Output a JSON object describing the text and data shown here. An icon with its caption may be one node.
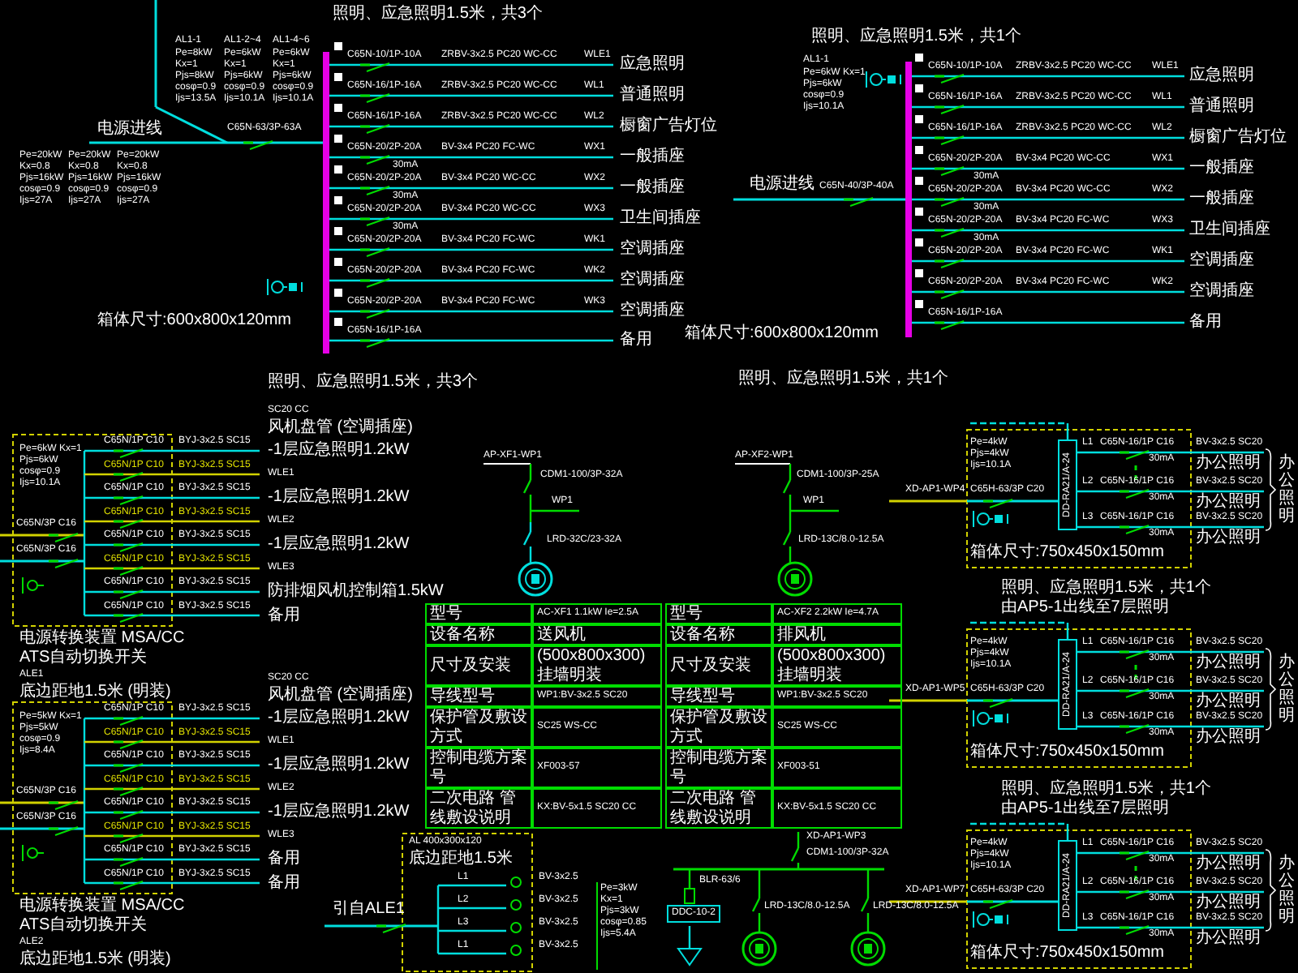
{
  "diagram": {
    "labels": [
      "照明、应急照明1.5米，共3个",
      "AL1-1",
      "AL1-2~4",
      "AL1-4~6",
      "Pe=8kW Kx=1 Pjs=8kW cosφ=0.9 Ijs=13.5A",
      "Pe=6kW Kx=1 Pjs=6kW cosφ=0.9 Ijs=10.1A",
      "Pe=6kW Kx=1 Pjs=6kW cosφ=0.9 Ijs=10.1A",
      "Pe=20kW Kx=0.8 Pjs=16kW cosφ=0.9 Ijs=27A",
      "Pe=20kW Kx=0.8 Pjs=16kW cosφ=0.9 Ijs=27A",
      "Pe=20kW Kx=0.8 Pjs=16kW cosφ=0.9 Ijs=27A",
      "电源进线",
      "C65N-63/3P-63A",
      "箱体尺寸:600x800x120mm",
      "C65N-10/1P-10A",
      "ZRBV-3x2.5 PC20 WC-CC",
      "WLE1",
      "应急照明",
      "C65N-16/1P-16A",
      "ZRBV-3x2.5 PC20 WC-CC",
      "WL1",
      "普通照明",
      "C65N-16/1P-16A",
      "ZRBV-3x2.5 PC20 WC-CC",
      "WL2",
      "橱窗广告灯位",
      "C65N-20/2P-20A",
      "30mA",
      "BV-3x4 PC20 FC-WC",
      "WX1",
      "一般插座",
      "C65N-20/2P-20A",
      "30mA",
      "BV-3x4 PC20 WC-CC",
      "WX2",
      "一般插座",
      "C65N-20/2P-20A",
      "30mA",
      "BV-3x4 PC20 WC-CC",
      "WX3",
      "卫生间插座",
      "C65N-20/2P-20A",
      "BV-3x4 PC20 FC-WC",
      "WK1",
      "空调插座",
      "C65N-20/2P-20A",
      "BV-3x4 PC20 FC-WC",
      "WK2",
      "空调插座",
      "C65N-20/2P-20A",
      "BV-3x4 PC20 FC-WC",
      "WK3",
      "空调插座",
      "C65N-16/1P-16A",
      "备用",
      "照明、应急照明1.5米，共3个",
      "照明、应急照明1.5米，共1个",
      "AL1-1",
      "Pe=6kW Kx=1 Pjs=6kW cosφ=0.9 Ijs=10.1A",
      "电源进线",
      "C65N-40/3P-40A",
      "C65N-10/1P-10A",
      "ZRBV-3x2.5 PC20 WC-CC",
      "WLE1",
      "应急照明",
      "C65N-16/1P-16A",
      "ZRBV-3x2.5 PC20 WC-CC",
      "WL1",
      "普通照明",
      "C65N-16/1P-16A",
      "ZRBV-3x2.5 PC20 WC-CC",
      "WL2",
      "橱窗广告灯位",
      "C65N-20/2P-20A",
      "30mA",
      "BV-3x4 PC20 WC-CC",
      "WX1",
      "一般插座",
      "C65N-20/2P-20A",
      "30mA",
      "BV-3x4 PC20 WC-CC",
      "WX2",
      "一般插座",
      "C65N-20/2P-20A",
      "30mA",
      "BV-3x4 PC20 FC-WC",
      "WX3",
      "卫生间插座",
      "C65N-20/2P-20A",
      "BV-3x4 PC20 FC-WC",
      "WK1",
      "空调插座",
      "C65N-20/2P-20A",
      "BV-3x4 PC20 FC-WC",
      "WK2",
      "空调插座",
      "C65N-16/1P-16A",
      "备用",
      "箱体尺寸:600x800x120mm",
      "照明、应急照明1.5米，共1个",
      "Pe=6kW Kx=1 Pjs=6kW cosφ=0.9 Ijs=10.1A",
      "C65N/3P C16",
      "C65N/3P C16",
      "C65N/1P C10",
      "BYJ-3x2.5 SC15",
      "C65N/1P C10",
      "BYJ-3x2.5 SC15",
      "C65N/1P C10",
      "BYJ-3x2.5 SC15",
      "C65N/1P C10",
      "BYJ-3x2.5 SC15",
      "C65N/1P C10",
      "BYJ-3x2.5 SC15",
      "C65N/1P C10",
      "BYJ-3x2.5 SC15",
      "C65N/1P C10",
      "BYJ-3x2.5 SC15",
      "C65N/1P C10",
      "BYJ-3x2.5 SC15",
      "SC20 CC",
      "风机盘管 (空调插座)",
      "-1层应急照明1.2kW",
      "WLE1",
      "-1层应急照明1.2kW",
      "WLE2",
      "-1层应急照明1.2kW",
      "WLE3",
      "防排烟风机控制箱1.5kW",
      "备用",
      "电源转换装置 MSA/CC",
      "ATS自动切换开关",
      "ALE1",
      "底边距地1.5米 (明装)",
      "Pe=5kW Kx=1 Pjs=5kW cosφ=0.9 Ijs=8.4A",
      "C65N/3P C16",
      "C65N/3P C16",
      "C65N/1P C10",
      "BYJ-3x2.5 SC15",
      "C65N/1P C10",
      "BYJ-3x2.5 SC15",
      "C65N/1P C10",
      "BYJ-3x2.5 SC15",
      "C65N/1P C10",
      "BYJ-3x2.5 SC15",
      "C65N/1P C10",
      "BYJ-3x2.5 SC15",
      "C65N/1P C10",
      "BYJ-3x2.5 SC15",
      "C65N/1P C10",
      "BYJ-3x2.5 SC15",
      "C65N/1P C10",
      "BYJ-3x2.5 SC15",
      "SC20 CC",
      "风机盘管 (空调插座)",
      "-1层应急照明1.2kW",
      "WLE1",
      "-1层应急照明1.2kW",
      "WLE2",
      "-1层应急照明1.2kW",
      "WLE3",
      "备用",
      "备用",
      "电源转换装置 MSA/CC",
      "ATS自动切换开关",
      "ALE2",
      "底边距地1.5米 (明装)",
      "AP-XF1-WP1",
      "CDM1-100/3P-32A",
      "WP1",
      "LRD-32C/23-32A",
      "AP-XF2-WP1",
      "CDM1-100/3P-25A",
      "WP1",
      "LRD-13C/8.0-12.5A",
      "型号",
      "AC-XF1 1.1kW Ie=2.5A",
      "设备名称",
      "送风机",
      "尺寸及安装",
      "(500x800x300) 挂墙明装",
      "导线型号",
      "WP1:BV-3x2.5 SC20",
      "保护管及敷设方式",
      "SC25 WS-CC",
      "控制电缆方案号",
      "XF003-57",
      "二次电路 管线敷设说明",
      "KX:BV-5x1.5 SC20 CC",
      "型号",
      "AC-XF2 2.2kW Ie=4.7A",
      "设备名称",
      "排风机",
      "尺寸及安装",
      "(500x800x300) 挂墙明装",
      "导线型号",
      "WP1:BV-3x2.5 SC20",
      "保护管及敷设方式",
      "SC25 WS-CC",
      "控制电缆方案号",
      "XF003-51",
      "二次电路 管线敷设说明",
      "KX:BV-5x1.5 SC20 CC",
      "AL 400x300x120",
      "底边距地1.5米",
      "引自ALE1",
      "L1",
      "BV-3x2.5",
      "L2",
      "BV-3x2.5",
      "L3",
      "BV-3x2.5",
      "L1",
      "BV-3x2.5",
      "Pe=3kW Kx=1 Pjs=3kW cosφ=0.85 Ijs=5.4A",
      "XD-AP1-WP3",
      "CDM1-100/3P-32A",
      "BLR-63/6",
      "DDC-10-2",
      "LRD-13C/8.0-12.5A",
      "LRD-13C/8.0-12.5A",
      "XD-AP1-WP4",
      "Pe=4kW Pjs=4kW Ijs=10.1A",
      "C65H-63/3P C20",
      "DD-RA21/A-24",
      "箱体尺寸:750x450x150mm",
      "L1",
      "C65N-16/1P C16",
      "30mA",
      "BV-3x2.5 SC20",
      "办公照明",
      "L2",
      "C65N-16/1P C16",
      "30mA",
      "BV-3x2.5 SC20",
      "办公照明",
      "L3",
      "C65N-16/1P C16",
      "30mA",
      "BV-3x2.5 SC20",
      "办公照明",
      "办公照明",
      "照明、应急照明1.5米，共1个",
      "由AP5-1出线至7层照明",
      "XD-AP1-WP5",
      "Pe=4kW Pjs=4kW Ijs=10.1A",
      "C65H-63/3P C20",
      "DD-RA21/A-24",
      "箱体尺寸:750x450x150mm",
      "L1",
      "C65N-16/1P C16",
      "30mA",
      "BV-3x2.5 SC20",
      "办公照明",
      "L2",
      "C65N-16/1P C16",
      "30mA",
      "BV-3x2.5 SC20",
      "办公照明",
      "L3",
      "C65N-16/1P C16",
      "30mA",
      "BV-3x2.5 SC20",
      "办公照明",
      "办公照明",
      "照明、应急照明1.5米，共1个",
      "由AP5-1出线至7层照明",
      "XD-AP1-WP7",
      "Pe=4kW Pjs=4kW Ijs=10.1A",
      "C65H-63/3P C20",
      "DD-RA21/A-24",
      "箱体尺寸:750x450x150mm",
      "L1",
      "C65N-16/1P C16",
      "30mA",
      "BV-3x2.5 SC20",
      "办公照明",
      "L2",
      "C65N-16/1P C16",
      "30mA",
      "BV-3x2.5 SC20",
      "办公照明",
      "L3",
      "C65N-16/1P C16",
      "30mA",
      "BV-3x2.5 SC20",
      "办公照明",
      "办公照明"
    ]
  }
}
